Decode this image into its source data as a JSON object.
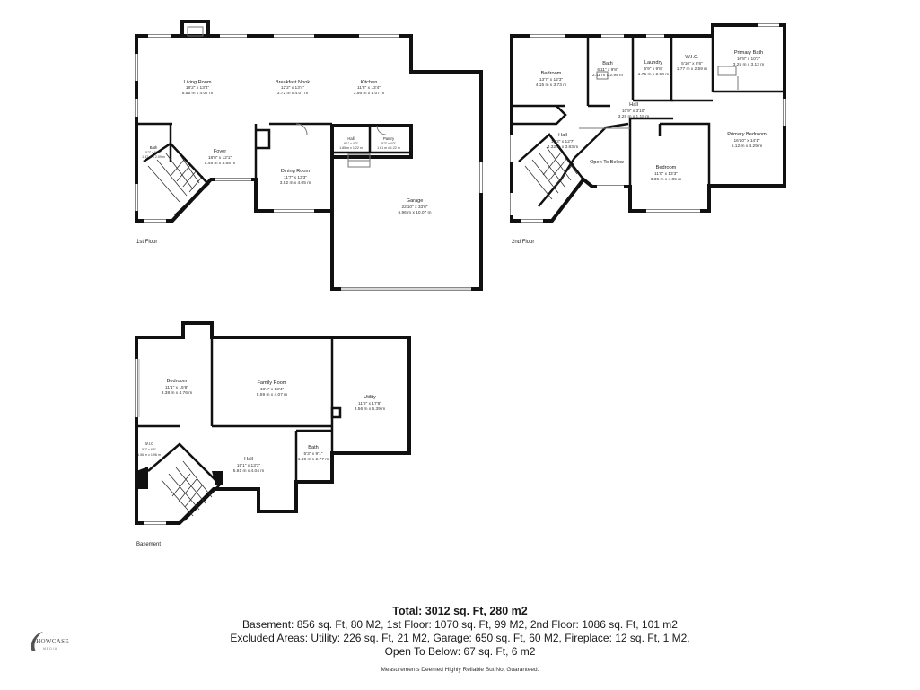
{
  "floors": {
    "first": {
      "label": "1st Floor",
      "rooms": {
        "living_room": {
          "name": "Living Room",
          "imperial": "18'2\" x 13'4\"",
          "metric": "5.55 m x 4.07 m"
        },
        "breakfast_nook": {
          "name": "Breakfast Nook",
          "imperial": "12'2\" x 13'4\"",
          "metric": "3.72 m x 4.07 m"
        },
        "kitchen": {
          "name": "Kitchen",
          "imperial": "11'8\" x 13'4\"",
          "metric": "3.56 m x 4.07 m"
        },
        "bath": {
          "name": "Bath",
          "imperial": "5'2\" x 6'10\"",
          "metric": "1.57 m x 2.09 m"
        },
        "foyer": {
          "name": "Foyer",
          "imperial": "18'0\" x 12'1\"",
          "metric": "5.48 m x 3.68 m"
        },
        "hall": {
          "name": "Hall",
          "imperial": "6'1\" x 4'0\"",
          "metric": "1.85 m x 1.22 m"
        },
        "pantry": {
          "name": "Pantry",
          "imperial": "5'3\" x 4'0\"",
          "metric": "1.61 m x 1.22 m"
        },
        "dining_room": {
          "name": "Dining Room",
          "imperial": "11'7\" x 13'3\"",
          "metric": "3.52 m x 4.05 m"
        },
        "garage": {
          "name": "Garage",
          "imperial": "22'10\" x 33'0\"",
          "metric": "6.96 m x 10.07 m"
        }
      }
    },
    "second": {
      "label": "2nd Floor",
      "rooms": {
        "bedroom_1": {
          "name": "Bedroom",
          "imperial": "13'7\" x 12'3\"",
          "metric": "4.15 m x 3.73 m"
        },
        "bath": {
          "name": "Bath",
          "imperial": "6'11\" x 9'8\"",
          "metric": "2.11 m x 2.94 m"
        },
        "laundry": {
          "name": "Laundry",
          "imperial": "5'9\" x 9'8\"",
          "metric": "1.75 m x 2.94 m"
        },
        "wic": {
          "name": "W.I.C.",
          "imperial": "5'10\" x 8'6\"",
          "metric": "1.77 m x 2.59 m"
        },
        "primary_bath": {
          "name": "Primary Bath",
          "imperial": "10'8\" x 10'3\"",
          "metric": "3.25 m x 3.12 m"
        },
        "hall_upper": {
          "name": "Hall",
          "imperial": "10'9\" x 3'10\"",
          "metric": "3.28 m x 1.18 m"
        },
        "hall_stair": {
          "name": "Hall",
          "imperial": "14'2\" x 12'7\"",
          "metric": "4.32 m x 3.83 m"
        },
        "open_to_below": {
          "name": "Open To Below"
        },
        "bedroom_2": {
          "name": "Bedroom",
          "imperial": "11'0\" x 13'3\"",
          "metric": "3.35 m x 4.05 m"
        },
        "primary_bedroom": {
          "name": "Primary Bedroom",
          "imperial": "16'10\" x 14'1\"",
          "metric": "5.12 m x 4.29 m"
        }
      }
    },
    "basement": {
      "label": "Basement",
      "rooms": {
        "bedroom": {
          "name": "Bedroom",
          "imperial": "11'1\" x 15'8\"",
          "metric": "3.38 m x 4.76 m"
        },
        "family_room": {
          "name": "Family Room",
          "imperial": "18'4\" x 13'4\"",
          "metric": "5.59 m x 4.07 m"
        },
        "utility": {
          "name": "Utility",
          "imperial": "11'8\" x 17'8\"",
          "metric": "3.56 m x 5.39 m"
        },
        "wic": {
          "name": "W.I.C",
          "imperial": "5'2\" x 6'6\"",
          "metric": "1.56 m x 1.98 m"
        },
        "hall": {
          "name": "Hall",
          "imperial": "19'1\" x 13'3\"",
          "metric": "5.81 m x 4.04 m"
        },
        "bath": {
          "name": "Bath",
          "imperial": "5'3\" x 9'1\"",
          "metric": "1.60 m x 2.77 m"
        }
      }
    }
  },
  "totals": {
    "total": "Total: 3012 sq. Ft, 280 m2",
    "line1": "Basement: 856 sq. Ft, 80 M2, 1st Floor: 1070 sq. Ft, 99 M2, 2nd Floor: 1086 sq. Ft, 101 m2",
    "line2": "Excluded Areas: Utility: 226 sq. Ft, 21 M2, Garage: 650 sq. Ft, 60 M2, Fireplace: 12 sq. Ft, 1 M2,",
    "line3": "Open To Below: 67 sq. Ft, 6 m2"
  },
  "disclaimer": "Measurements Deemed Highly Reliable But Not Guaranteed.",
  "logo": {
    "text": "SHOWCASE",
    "sub": "MEDIA"
  }
}
